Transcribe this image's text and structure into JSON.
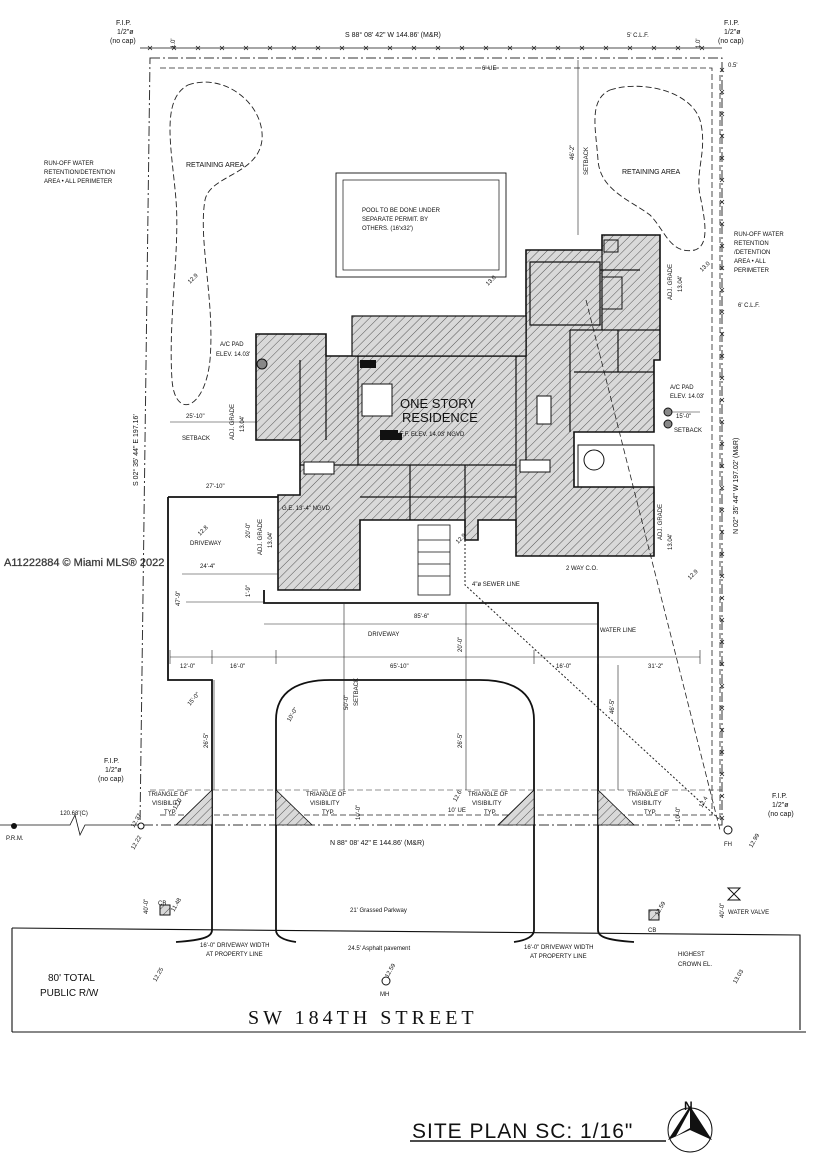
{
  "watermark": "A11222884 © Miami MLS® 2022",
  "corners": {
    "fip_label": "F.I.P.",
    "fip_size": "1/2\"ø",
    "no_cap": "(no cap)",
    "prm": "P.R.M.",
    "dist_120": "120.68'(C)"
  },
  "bounds": {
    "north": "S 88° 08' 42\" W   144.86' (M&R)",
    "south": "N 88° 08' 42\" E   144.86' (M&R)",
    "west": "S 02° 35' 44\" E   197.16'",
    "east": "N 02° 35' 44\" W   197.02' (M&R)"
  },
  "fence": {
    "clf_north": "5' C.L.F.",
    "clf_east": "6' C.L.F.",
    "offset_05": "0.5'",
    "offset_10": "1.0'",
    "offset_10b": "1.0'",
    "ue_north": "6' UE",
    "ue_south": "10' UE"
  },
  "areas": {
    "retaining_left": "RETAINING AREA",
    "retaining_right": "RETAINING AREA",
    "runoff_left": [
      "RUN-OFF WATER",
      "RETENTION/DETENTION",
      "AREA • ALL PERIMETER"
    ],
    "runoff_right": [
      "RUN-OFF WATER",
      "RETENTION",
      "/DETENTION",
      "AREA • ALL",
      "PERIMETER"
    ]
  },
  "pool": [
    "POOL TO BE DONE UNDER",
    "SEPARATE PERMIT. BY",
    "OTHERS. (16'x32')"
  ],
  "residence": {
    "title_1": "ONE STORY",
    "title_2": "RESIDENCE",
    "ff_elev": "F.F. ELEV. 14.03' NGVD",
    "ge_elev": "G.E. 13'-4\" NGVD",
    "ac_pad_left": [
      "A/C PAD",
      "ELEV. 14.03'"
    ],
    "ac_pad_right": [
      "A/C PAD",
      "ELEV. 14.03'"
    ]
  },
  "setbacks": {
    "rear": "46'-2\"",
    "rear_lbl": "SETBACK",
    "west": "25'-10\"",
    "west_lbl": "SETBACK",
    "east": "15'-0\"",
    "east_lbl": "SETBACK",
    "front": "50'-0\"",
    "front_lbl": "SETBACK"
  },
  "grades": {
    "adj_left": "ADJ. GRADE",
    "adj_left_val": "13.04'",
    "adj_garage": "ADJ. GRADE",
    "adj_garage_val": "13.04'",
    "adj_ne": "ADJ. GRADE",
    "adj_ne_val": "13.04'",
    "adj_se": "ADJ. GRADE",
    "adj_se_val": "13.04'",
    "g_129a": "12.9",
    "g_130": "13.0",
    "g_130b": "13.0",
    "g_129b": "12.9",
    "g_129c": "12.9",
    "g_128": "12.8",
    "g_129d": "12.9"
  },
  "driveway": {
    "label_1": "DRIVEWAY",
    "label_2": "DRIVEWAY",
    "d_27_10": "27'-10\"",
    "d_20_0": "20'-0\"",
    "d_24_4": "24'-4\"",
    "d_47_9": "47'-9\"",
    "d_1_9": "1'-9\"",
    "d_85_6": "85'-6\"",
    "d_20_0b": "20'-0\"",
    "d_12_0": "12'-0\"",
    "d_16_0a": "16'-0\"",
    "d_65_10": "65'-10\"",
    "d_16_0b": "16'-0\"",
    "d_31_2": "31'-2\"",
    "d_46_5": "46'-5\"",
    "d_26_5a": "26'-5\"",
    "d_26_5b": "26'-5\"",
    "r_15_0": "15'-0\"",
    "r_10_0": "10'-0\""
  },
  "utilities": {
    "sewer": "4\"ø SEWER LINE",
    "water": "WATER LINE",
    "cleanout": "2 WAY C.O.",
    "water_valve": "WATER VALVE",
    "fh": "FH",
    "cb": "CB",
    "mh": "MH"
  },
  "visibility": {
    "tri_1": [
      "TRIANGLE OF",
      "VISIBILITY",
      "TYP."
    ],
    "tri_2": [
      "TRIANGLE OF",
      "VISIBILITY",
      "TYP."
    ],
    "tri_3": [
      "TRIANGLE OF",
      "VISIBILITY",
      "TYP."
    ],
    "tri_4": [
      "TRIANGLE OF",
      "VISIBILITY",
      "TYP."
    ],
    "d_10_0a": "10'-0\"",
    "d_10_0b": "10'-0\""
  },
  "spot": {
    "s_1237": "12.37",
    "s_1222": "12.22",
    "s_1220": "12.0",
    "s_1260": "12.6",
    "s_1240": "12.4",
    "s_1299": "12.99",
    "s_1148": "11.48",
    "s_1259": "12.59",
    "s_1259b": "12.59",
    "s_1225": "12.25",
    "s_1303": "13.03",
    "d_40_0a": "40'-0\"",
    "d_40_0b": "40'-0\""
  },
  "parkway": {
    "grassed": "21' Grassed Parkway",
    "asphalt": "24.5' Asphalt pavement",
    "dw_width_1": [
      "16'-0\" DRIVEWAY WIDTH",
      "AT PROPERTY LINE"
    ],
    "dw_width_2": [
      "16'-0\" DRIVEWAY WIDTH",
      "AT PROPERTY LINE"
    ],
    "row_1": "80' TOTAL",
    "row_2": "PUBLIC R/W",
    "crown_1": "HIGHEST",
    "crown_2": "CROWN EL."
  },
  "street_name": "SW  184TH  STREET",
  "site_title": "SITE  PLAN SC: 1/16\"",
  "north_label": "N"
}
